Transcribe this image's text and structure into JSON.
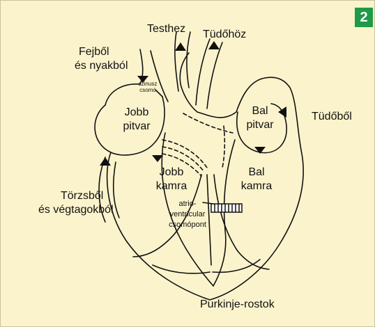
{
  "badge": "2",
  "colors": {
    "background": "#fbf3cc",
    "badge": "#1f9a46",
    "ink": "#111111"
  },
  "labels": {
    "testhez": "Testhez",
    "tudohoz": "Tüdőhöz",
    "fejbol": "Fejből",
    "es_nyakbol": "és nyakból",
    "szinusz": "szinusz",
    "csomo": "csomó",
    "jobb_pitvar": "Jobb",
    "jobb_pitvar_2": "pitvar",
    "bal_pitvar": "Bal",
    "bal_pitvar_2": "pitvar",
    "tudobol": "Tüdőből",
    "jobb_kamra": "Jobb",
    "jobb_kamra_2": "kamra",
    "bal_kamra": "Bal",
    "bal_kamra_2": "kamra",
    "torzsbol": "Törzsből",
    "es_vegtagokbol": "és végtagokból",
    "atrio": "atrio-",
    "ventricular": "ventricular",
    "csomopont": "csomópont",
    "purkinje": "Purkinje-rostok"
  }
}
